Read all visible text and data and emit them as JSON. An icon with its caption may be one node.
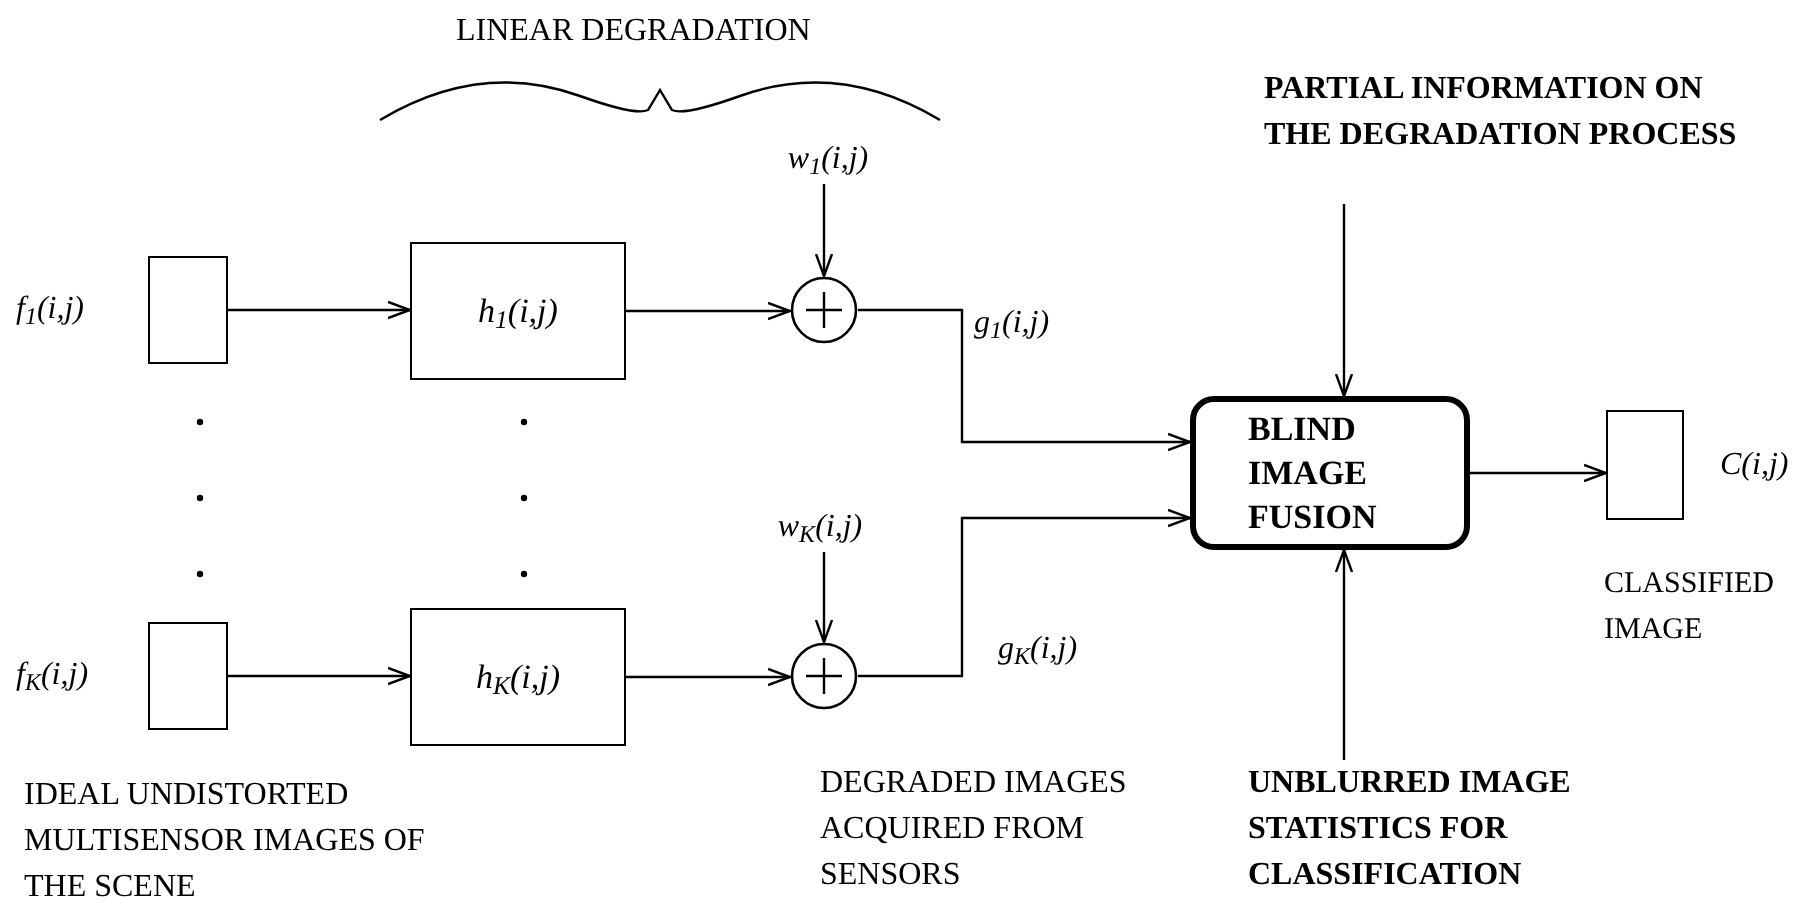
{
  "diagram": {
    "nodes": [
      {
        "text": [],
        "shape": "box",
        "beside": [
          "f$_{1}$(i,j)"
        ]
      },
      {
        "text": [],
        "shape": "box",
        "beside": [
          "f$_{K}$(i,j)"
        ]
      },
      {
        "text": [
          "h$_{1}$(i,j)"
        ]
      },
      {
        "text": [
          "h$_{K}$(i,j)"
        ]
      },
      {
        "text": [],
        "shape": "circle"
      },
      {
        "text": [],
        "shape": "circle"
      },
      {
        "text": [
          "w$_{1}$(i,j)"
        ]
      },
      {
        "text": [
          "w$_{K}$(i,j)"
        ]
      },
      {
        "text": [
          "BLIND IMAGE FUSION"
        ]
      },
      {
        "text": [
          "PARTIAL INFORMATION ON THE DEGRADATION PROCESS"
        ]
      },
      {
        "text": [
          "UNBLURRED IMAGE STATISTICS FOR CLASSIFICATION"
        ]
      },
      {
        "text": [],
        "shape": "box",
        "beside": [
          "C(i,j)",
          "CLASSIFIED IMAGE"
        ]
      }
    ],
    "edges": [
      {
        "from": 0,
        "to": 2,
        "arrow": "to"
      },
      {
        "from": 1,
        "to": 3,
        "arrow": "to"
      },
      {
        "from": 2,
        "to": 4,
        "arrow": "to"
      },
      {
        "from": 3,
        "to": 5,
        "arrow": "to"
      },
      {
        "from": 6,
        "to": 4,
        "arrow": "to"
      },
      {
        "from": 7,
        "to": 5,
        "arrow": "to"
      },
      {
        "from": 4,
        "to": 8,
        "arrow": "to",
        "label": "g$_{1}$(i,j)"
      },
      {
        "from": 5,
        "to": 8,
        "arrow": "to",
        "label": "g$_{K}$(i,j)"
      },
      {
        "from": 9,
        "to": 8,
        "arrow": "to"
      },
      {
        "from": 10,
        "to": 8,
        "arrow": "to"
      },
      {
        "from": 8,
        "to": 11,
        "arrow": "to"
      }
    ],
    "labels": [
      "LINEAR DEGRADATION",
      "IDEAL UNDISTORTED MULTISENSOR IMAGES OF THE SCENE",
      "DEGRADED IMAGES ACQUIRED FROM SENSORS"
    ]
  }
}
